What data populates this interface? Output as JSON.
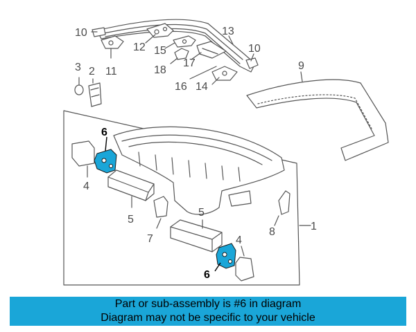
{
  "diagram": {
    "callouts": {
      "c10a": "10",
      "c13": "13",
      "c12": "12",
      "c15": "15",
      "c10b": "10",
      "c3": "3",
      "c2": "2",
      "c11": "11",
      "c18": "18",
      "c17": "17",
      "c9": "9",
      "c16": "16",
      "c14": "14",
      "c6a": "6",
      "c4a": "4",
      "c5a": "5",
      "c7": "7",
      "c5b": "5",
      "c4b": "4",
      "c8": "8",
      "c1": "1",
      "c6b": "6"
    },
    "colors": {
      "line": "#555555",
      "highlight_part": "#1aa6d8",
      "banner_bg": "#1aa6d8"
    }
  },
  "banner": {
    "line1": "Part or sub-assembly is #6 in diagram",
    "line2": "Diagram may not be specific to your vehicle"
  }
}
